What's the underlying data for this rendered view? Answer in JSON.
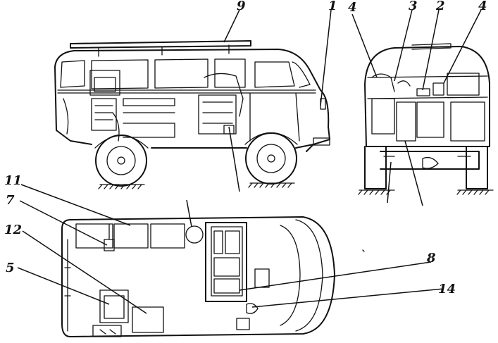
{
  "callouts": {
    "c9": "9",
    "c1": "1",
    "c4a": "4",
    "c3": "3",
    "c2": "2",
    "c4b": "4",
    "c11": "11",
    "c7": "7",
    "c12": "12",
    "c5": "5",
    "c8": "8",
    "c14": "14"
  }
}
